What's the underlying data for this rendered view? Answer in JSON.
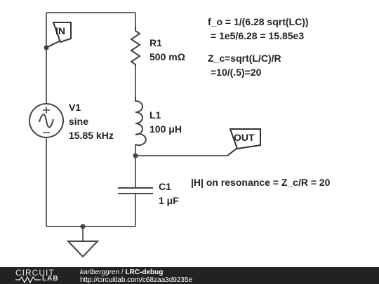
{
  "circuit": {
    "input_tag": "IN",
    "output_tag": "OUT",
    "source": {
      "name": "V1",
      "type": "sine",
      "frequency": "15.85 kHz"
    },
    "resistor": {
      "name": "R1",
      "value": "500 mΩ"
    },
    "inductor": {
      "name": "L1",
      "value": "100 μH"
    },
    "capacitor": {
      "name": "C1",
      "value": "1 μF"
    }
  },
  "notes": {
    "line1": "f_o = 1/(6.28 sqrt(LC))",
    "line2": "= 1e5/6.28 = 15.85e3",
    "line3": "Z_c=sqrt(L/C)/R",
    "line4": "=10/(.5)=20",
    "line5": "|H| on resonance = Z_c/R = 20"
  },
  "footer": {
    "logo_line1": "CIRCUIT",
    "logo_line2": "LAB",
    "author": "karlberggren",
    "separator": " / ",
    "title": "LRC-debug",
    "url": "http://circuitlab.com/c68zaa3d9235e"
  },
  "colors": {
    "footer_bg": "#222222",
    "wire": "#666666",
    "text": "#222222"
  }
}
